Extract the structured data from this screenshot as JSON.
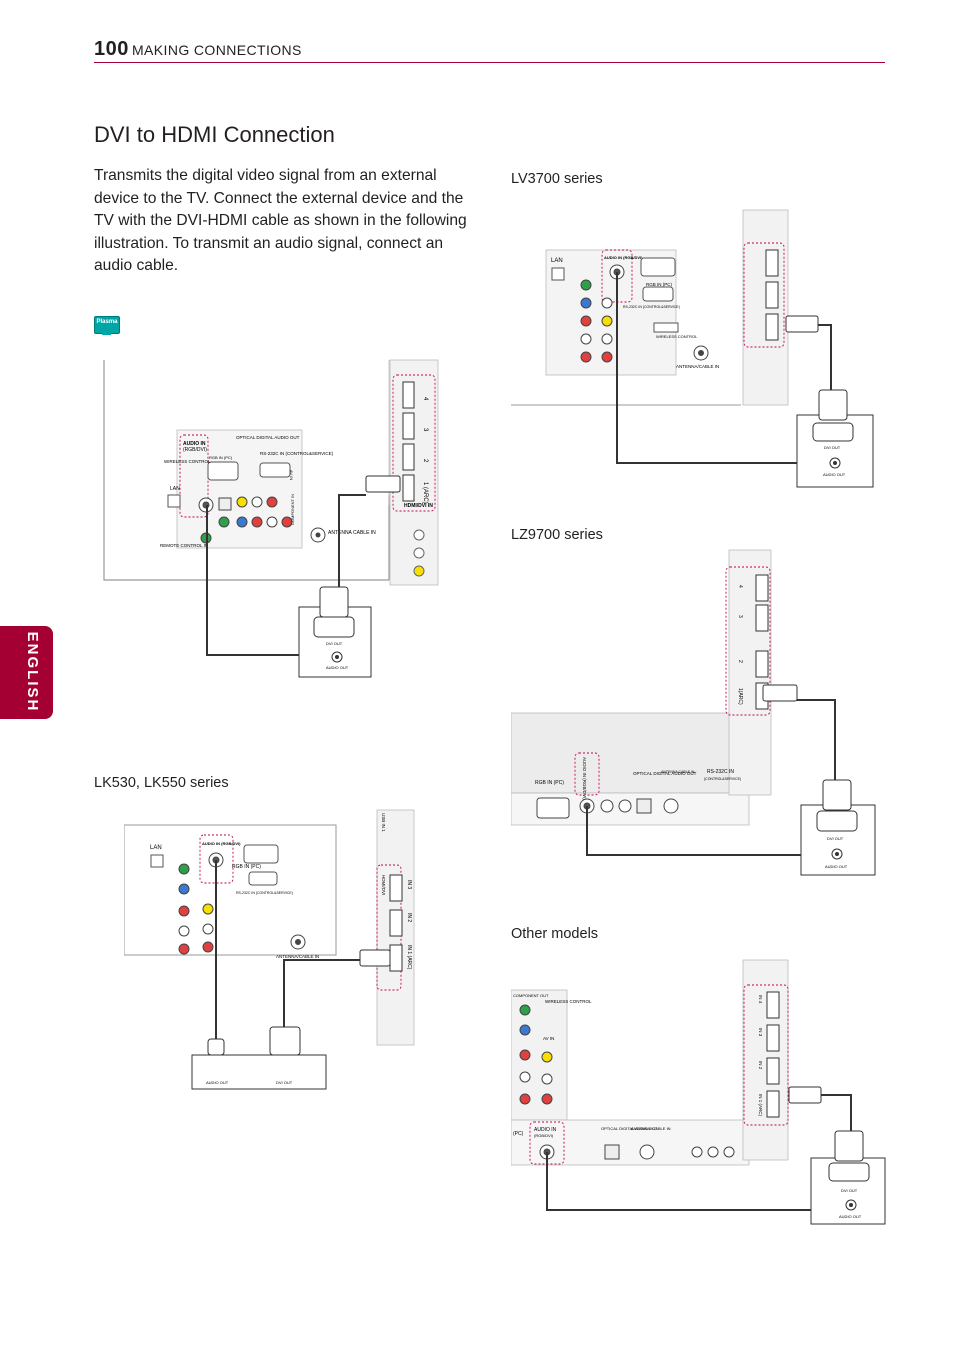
{
  "header": {
    "page_number": "100",
    "section": "MAKING CONNECTIONS"
  },
  "sidebar_tab": {
    "label": "ENGLISH"
  },
  "main": {
    "title": "DVI to HDMI Connection",
    "intro": "Transmits the digital video signal from an external device to the TV. Connect the external device and the TV with the DVI-HDMI cable as shown in the following illustration. To transmit an audio signal, connect an audio cable.",
    "plasma_icon_label": "Plasma"
  },
  "diagrams": {
    "plasma": {
      "audio_in_label": "AUDIO IN",
      "audio_in_sub": "(RGB/DVI)",
      "optical_label": "OPTICAL DIGITAL AUDIO OUT",
      "rgb_in_label": "RGB IN (PC)",
      "rs232_label": "RS-232C IN (CONTROL&SERVICE)",
      "wireless_label": "WIRELESS CONTROL",
      "lan_label": "LAN",
      "remote_label": "REMOTE CONTROL IN",
      "antenna_label": "ANTENNA CABLE IN",
      "hdmi_label": "HDMI/DVI IN",
      "port_labels": [
        "4",
        "3",
        "2",
        "1 (ARC)"
      ],
      "dvi_out_label": "DVI OUT",
      "audio_out_label": "AUDIO OUT",
      "component_label": "COMPONENT IN",
      "av_label": "AV IN"
    },
    "lv3700": {
      "caption": "LV3700 series",
      "lan_label": "LAN",
      "audio_in_label": "AUDIO IN (RGB/DVI)",
      "rgb_in_label": "RGB IN (PC)",
      "rs232_label": "RS-232C IN (CONTROL&SERVICE)",
      "wireless_label": "WIRELESS CONTROL",
      "antenna_label": "ANTENNA/CABLE IN",
      "dvi_out_label": "DVI OUT",
      "audio_out_label": "AUDIO OUT"
    },
    "lz9700": {
      "caption": "LZ9700 series",
      "audio_in_label": "AUDIO IN (RGB/DVI)",
      "rgb_in_label": "RGB IN (PC)",
      "optical_label": "OPTICAL DIGITAL AUDIO OUT",
      "antenna_label": "ANTENNA CABLE IN",
      "rs232_label": "RS-232C IN",
      "rs232_sub": "(CONTROL&SERVICE)",
      "port_labels": [
        "4",
        "3",
        "2",
        "1(ARC)"
      ],
      "dvi_out_label": "DVI OUT",
      "audio_out_label": "AUDIO OUT"
    },
    "lk530": {
      "caption": "LK530, LK550 series",
      "lan_label": "LAN",
      "audio_in_label": "AUDIO IN (RGB/DVI)",
      "rgb_in_label": "RGB IN (PC)",
      "rs232_label": "RS-232C IN (CONTROL&SERVICE)",
      "antenna_label": "ANTENNA/CABLE IN",
      "usb_label": "USB IN 1",
      "port_labels": [
        "IN 3",
        "IN 2",
        "IN 1 (ARC)"
      ],
      "hdmi_label": "HDMI/DVI",
      "dvi_out_label": "DVI OUT",
      "audio_out_label": "AUDIO OUT"
    },
    "other": {
      "caption": "Other models",
      "component_label": "COMPONENT OUT",
      "wireless_label": "WIRELESS CONTROL",
      "av_label": "AV IN",
      "audio_in_label": "AUDIO IN",
      "audio_in_sub": "(RGB/DVI)",
      "pc_label": "(PC)",
      "optical_label": "OPTICAL DIGITAL AUDIO OUT",
      "antenna_label": "ANTENNA/ CABLE IN",
      "port_labels": [
        "IN 4",
        "IN 3",
        "IN 2",
        "IN 1 (ARC)"
      ],
      "dvi_out_label": "DVI OUT",
      "audio_out_label": "AUDIO OUT"
    }
  },
  "colors": {
    "brand": "#a50034",
    "plasma_icon": "#00a6a6",
    "highlight": "#c4005a"
  }
}
